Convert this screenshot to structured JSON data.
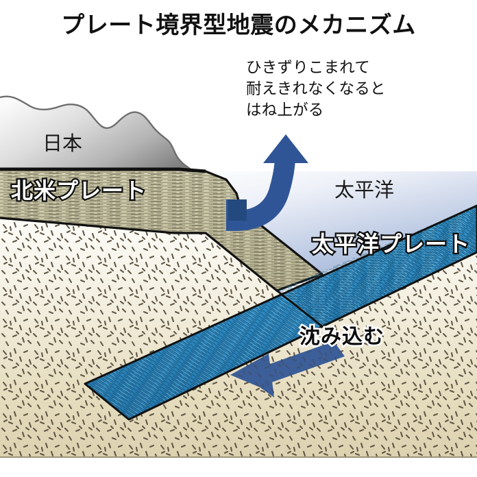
{
  "title": "プレート境界型地震のメカニズム",
  "annotation": {
    "name": "rebound-callout",
    "line1": "ひきずりこまれて",
    "line2": "耐えきれなくなると",
    "line3": "はね上がる",
    "text": "ひきずりこまれて\n耐えきれなくなると\nはね上がる"
  },
  "labels": {
    "japan": "日本",
    "north_american_plate": "北米プレート",
    "pacific_ocean": "太平洋",
    "pacific_plate": "太平洋プレート",
    "subduction": "沈み込む"
  },
  "colors": {
    "arrow_blue": "#2f5596",
    "arrow_blue_dark": "#24497f",
    "ocean_top": "#ffffff",
    "ocean_bottom": "#9fb3d6",
    "land_silhouette_light": "#f2f2f2",
    "land_silhouette_dark": "#7f7f7f",
    "continental_plate": "#c9c6a8",
    "oceanic_plate": "#2e8cc4",
    "mantle_top": "#fbfbf6",
    "mantle_bottom": "#ddd4b4",
    "outline": "#111111",
    "text": "#111111"
  },
  "diagram": {
    "type": "cross-section",
    "subject": "plate-boundary-earthquake-mechanism",
    "elements": [
      {
        "name": "land-silhouette",
        "label": "日本"
      },
      {
        "name": "continental-plate-body",
        "label": "北米プレート"
      },
      {
        "name": "ocean-water",
        "label": "太平洋"
      },
      {
        "name": "oceanic-plate-slab",
        "label": "太平洋プレート"
      },
      {
        "name": "mantle-body",
        "label": ""
      },
      {
        "name": "rebound-arrow",
        "label": "ひきずりこまれて耐えきれなくなるとはね上がる"
      },
      {
        "name": "subduction-arrow",
        "label": "沈み込む"
      }
    ]
  }
}
